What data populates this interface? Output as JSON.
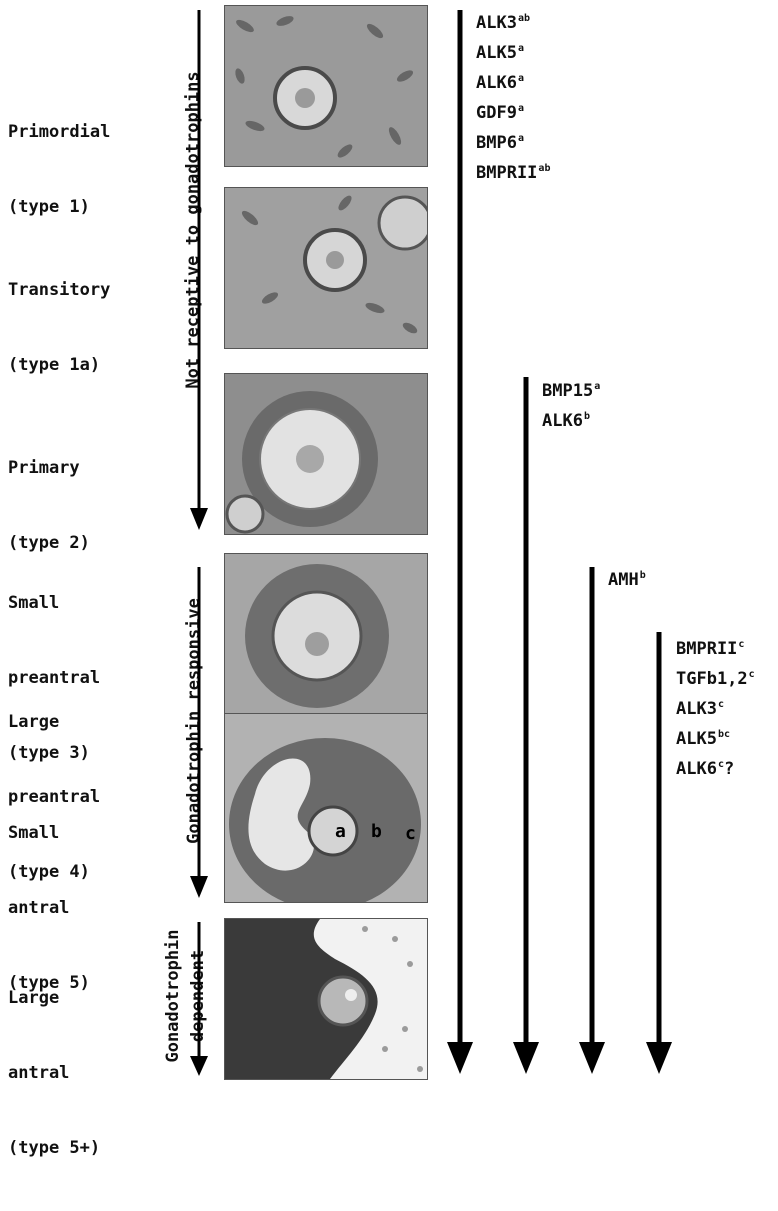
{
  "stages": [
    {
      "name": "Primordial",
      "type": "(type 1)"
    },
    {
      "name": "Transitory",
      "type": "(type 1a)"
    },
    {
      "name": "Primary",
      "type": "(type 2)"
    },
    {
      "name": "Small",
      "name2": "preantral",
      "type": "(type 3)"
    },
    {
      "name": "Large",
      "name2": "preantral",
      "type": "(type 4)"
    },
    {
      "name": "Small",
      "name2": "antral",
      "type": "(type 5)"
    },
    {
      "name": "Large",
      "name2": "antral",
      "type": "(type 5+)"
    }
  ],
  "phases": {
    "not_receptive": "Not receptive to gonadotrophins",
    "responsive": "Gonadotrophin responsive",
    "dependent_line1": "Gonadotrophin",
    "dependent_line2": "dependent"
  },
  "image_labels": {
    "a": "a",
    "b": "b",
    "c": "c"
  },
  "marker_groups": [
    {
      "markers": [
        {
          "text": "ALK3",
          "sup": "ab"
        },
        {
          "text": "ALK5",
          "sup": "a"
        },
        {
          "text": "ALK6",
          "sup": "a"
        },
        {
          "text": "GDF9",
          "sup": "a"
        },
        {
          "text": "BMP6",
          "sup": "a"
        },
        {
          "text": "BMPRII",
          "sup": "ab"
        }
      ]
    },
    {
      "markers": [
        {
          "text": "BMP15",
          "sup": "a"
        },
        {
          "text": "ALK6",
          "sup": "b"
        }
      ]
    },
    {
      "markers": [
        {
          "text": "AMH",
          "sup": "b"
        }
      ]
    },
    {
      "markers": [
        {
          "text": "BMPRII",
          "sup": "c"
        },
        {
          "text": "TGFb1,2",
          "sup": "c"
        },
        {
          "text": "ALK3",
          "sup": "c"
        },
        {
          "text": "ALK5",
          "sup": "bc"
        },
        {
          "text": "ALK6",
          "sup": "c",
          "suffix": "?"
        }
      ]
    }
  ]
}
